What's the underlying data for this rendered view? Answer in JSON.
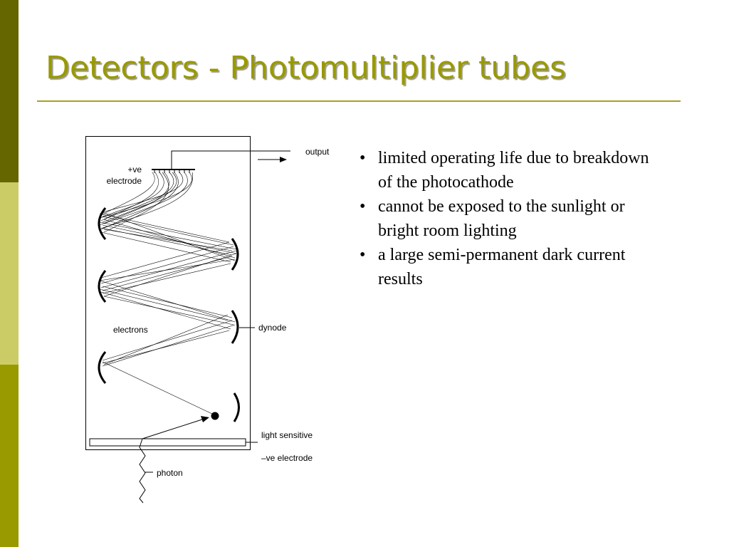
{
  "slide": {
    "title": "Detectors - Photomultiplier tubes",
    "colors": {
      "title": "#999900",
      "sidebar_top": "#666600",
      "sidebar_middle": "#cccc66",
      "sidebar_bottom": "#999900",
      "rule": "#a8a020"
    }
  },
  "diagram": {
    "labels": {
      "output": "output",
      "positive_electrode_line1": "+ve",
      "positive_electrode_line2": "electrode",
      "electrons": "electrons",
      "dynode": "dynode",
      "light_sensitive": "light sensitive",
      "negative_electrode": "–ve electrode",
      "photon": "photon"
    }
  },
  "bullets": [
    {
      "marker": "•",
      "text": "limited operating life due to breakdown of the photocathode"
    },
    {
      "marker": "•",
      "text": "cannot be exposed to the sunlight or bright room lighting"
    },
    {
      "marker": "•",
      "text": "a large semi-permanent dark current results"
    }
  ]
}
